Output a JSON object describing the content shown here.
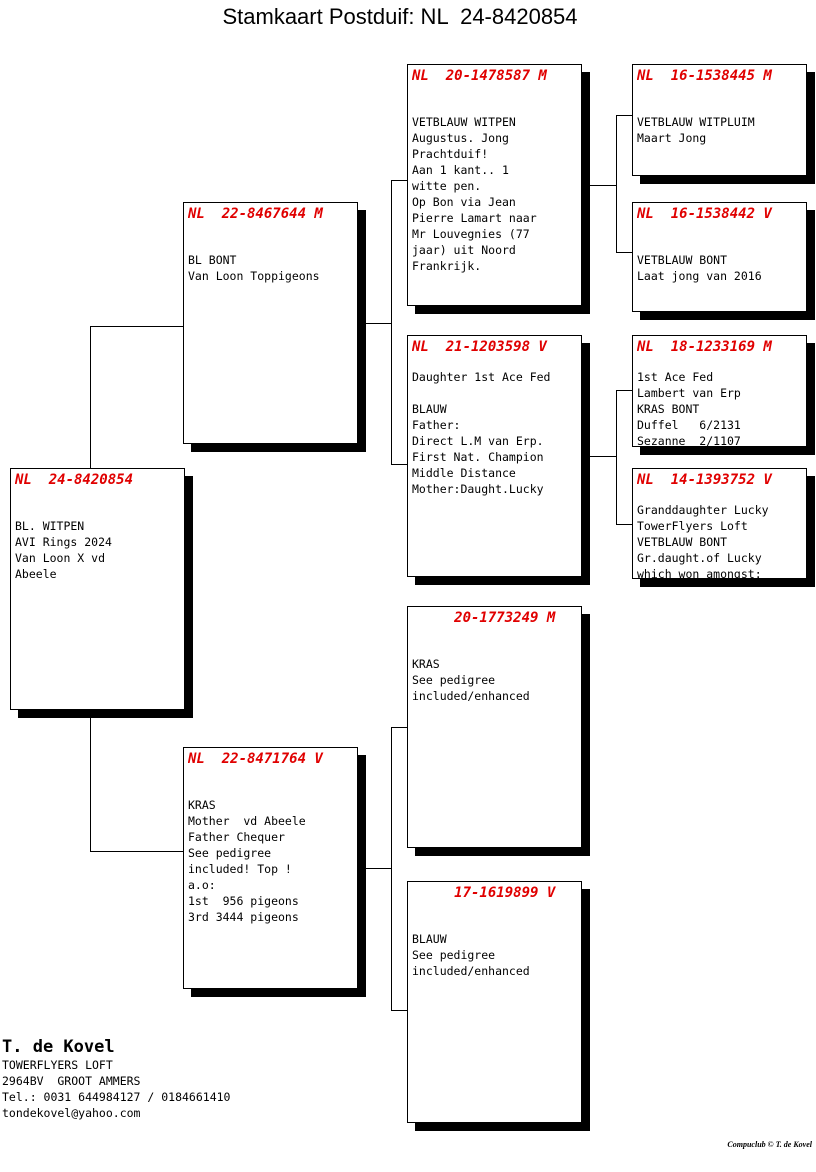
{
  "title": "Stamkaart Postduif: NL  24-8420854",
  "pigeons": {
    "subject": {
      "ring": "NL  24-8420854",
      "lines": [
        "BL. WITPEN",
        "AVI Rings 2024",
        "Van Loon X vd",
        "Abeele"
      ]
    },
    "father": {
      "ring": "NL  22-8467644 M",
      "lines": [
        "BL BONT",
        "Van Loon Toppigeons"
      ]
    },
    "mother": {
      "ring": "NL  22-8471764 V",
      "lines": [
        "KRAS",
        "Mother  vd Abeele",
        "Father Chequer",
        "See pedigree",
        "included! Top !",
        "a.o:",
        "1st  956 pigeons",
        "3rd 3444 pigeons"
      ]
    },
    "ff": {
      "ring": "NL  20-1478587 M",
      "lines": [
        "VETBLAUW WITPEN",
        "Augustus. Jong",
        "Prachtduif!",
        "Aan 1 kant.. 1",
        "witte pen.",
        "Op Bon via Jean",
        "Pierre Lamart naar",
        "Mr Louvegnies (77",
        "jaar) uit Noord",
        "Frankrijk."
      ]
    },
    "fm": {
      "ring": "NL  21-1203598 V",
      "lines": [
        "Daughter 1st Ace Fed",
        "",
        "BLAUW",
        "Father:",
        "Direct L.M van Erp.",
        "First Nat. Champion",
        "Middle Distance",
        "Mother:Daught.Lucky"
      ]
    },
    "mf": {
      "ring": "     20-1773249 M",
      "lines": [
        "KRAS",
        "See pedigree",
        "included/enhanced"
      ]
    },
    "mm": {
      "ring": "     17-1619899 V",
      "lines": [
        "BLAUW",
        "See pedigree",
        "included/enhanced"
      ]
    },
    "fff": {
      "ring": "NL  16-1538445 M",
      "lines": [
        "VETBLAUW WITPLUIM",
        "Maart Jong"
      ]
    },
    "ffm": {
      "ring": "NL  16-1538442 V",
      "lines": [
        "VETBLAUW BONT",
        "Laat jong van 2016"
      ]
    },
    "fmf": {
      "ring": "NL  18-1233169 M",
      "lines": [
        "1st Ace Fed",
        "Lambert van Erp",
        "KRAS BONT",
        "Duffel   6/2131",
        "Sezanne  2/1107"
      ]
    },
    "fmm": {
      "ring": "NL  14-1393752 V",
      "lines": [
        "Granddaughter Lucky",
        "TowerFlyers Loft",
        "VETBLAUW BONT",
        "Gr.daught.of Lucky",
        "which won amongst:"
      ]
    }
  },
  "owner": {
    "name": "T. de Kovel",
    "lines": [
      "TOWERFLYERS LOFT",
      "2964BV  GROOT AMMERS",
      "Tel.: 0031 644984127 / 0184661410",
      "tondekovel@yahoo.com"
    ]
  },
  "credit": "Compuclub © T. de Kovel"
}
